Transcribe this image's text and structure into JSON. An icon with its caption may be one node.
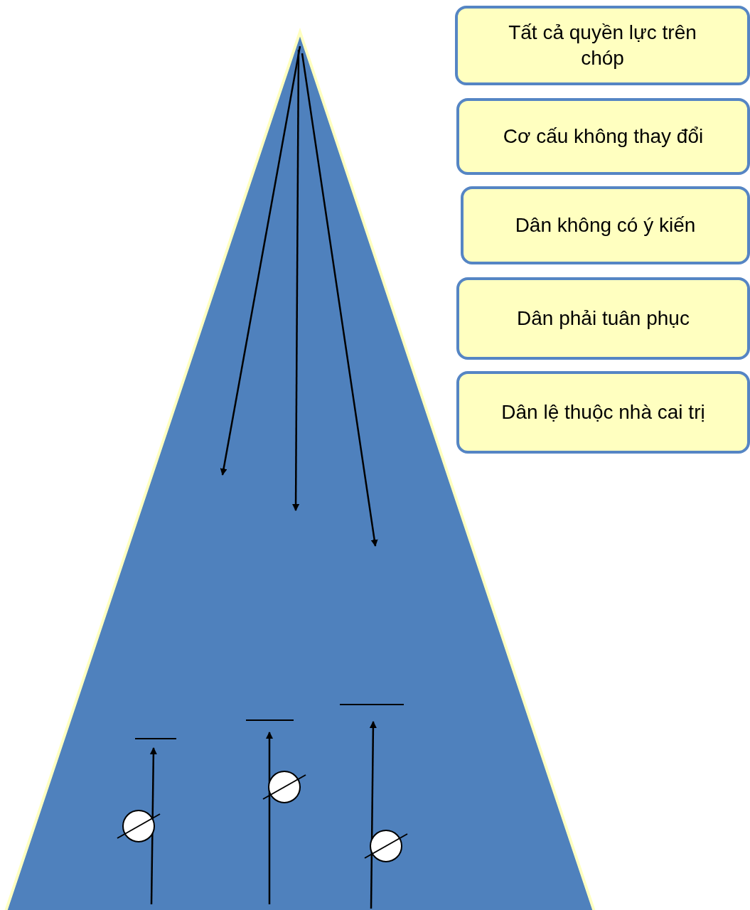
{
  "diagram": {
    "nodes": [
      {
        "text": [],
        "shape": "triangle"
      },
      {
        "text": [
          "Tất cả quyền lực trên chóp"
        ]
      },
      {
        "text": [
          "Cơ cấu không thay đổi"
        ]
      },
      {
        "text": [
          "Dân không có ý kiến"
        ]
      },
      {
        "text": [
          "Dân phải tuân phục"
        ]
      },
      {
        "text": [
          "Dân lệ thuộc nhà cai trị"
        ]
      }
    ]
  }
}
